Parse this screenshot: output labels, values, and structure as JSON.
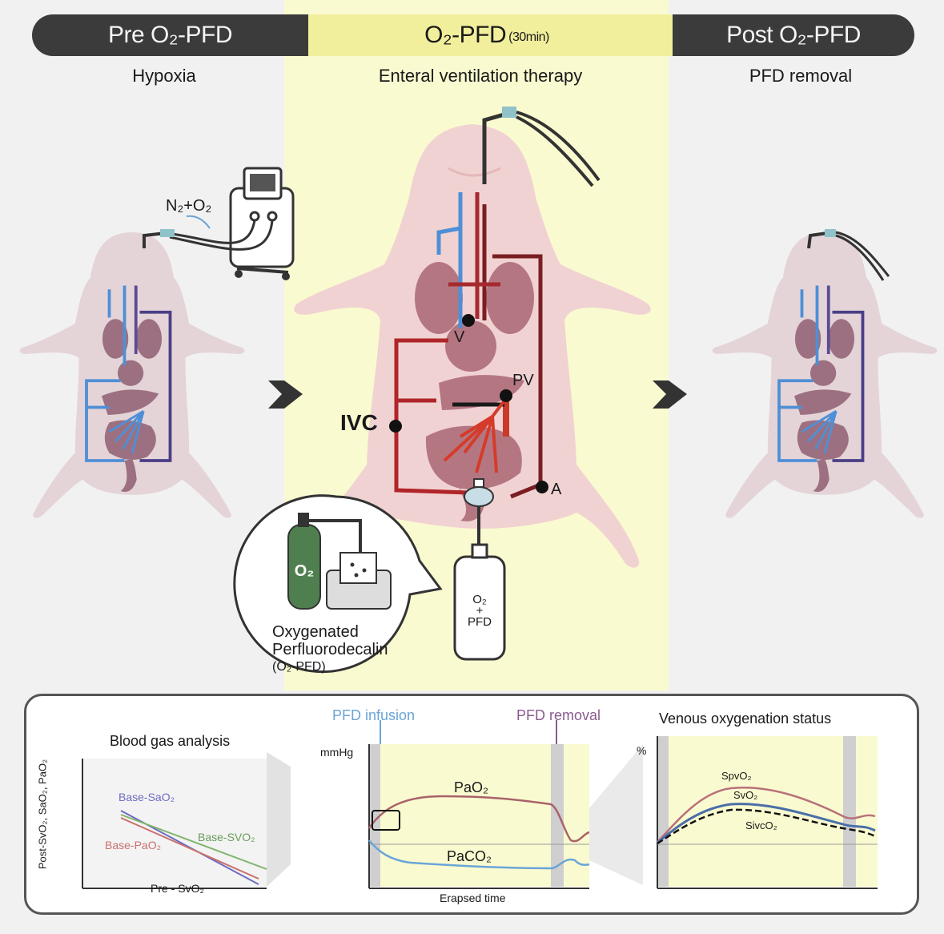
{
  "phases": {
    "pre": {
      "label": "Pre O₂-PFD",
      "subtitle": "Hypoxia"
    },
    "during": {
      "label": "O₂-PFD",
      "duration": "(30min)",
      "subtitle": "Enteral ventilation therapy"
    },
    "post": {
      "label": "Post O₂-PFD",
      "subtitle": "PFD removal"
    }
  },
  "left_diagram": {
    "gas_label": "N₂+O₂"
  },
  "center_diagram": {
    "points": {
      "v": "V",
      "pv": "PV",
      "ivc": "IVC",
      "a": "A"
    },
    "bag_label_1": "O₂",
    "bag_label_plus": "+",
    "bag_label_2": "PFD",
    "tank_label": "O₂",
    "callout_line1": "Oxygenated",
    "callout_line2": "Perfluorodecalin",
    "callout_line3": "(O₂-PFD)"
  },
  "bottom_panel": {
    "blood_gas": {
      "title": "Blood gas analysis",
      "ylabel": "Post-SvO₂, SaO₂, PaO₂",
      "xlabel": "Pre - SvO₂",
      "series": [
        "Base-SaO₂",
        "Base-SVO₂",
        "Base-PaO₂"
      ]
    },
    "time_plot": {
      "unit": "mmHg",
      "xlabel": "Erapsed time",
      "infusion_label": "PFD infusion",
      "removal_label": "PFD removal",
      "series": [
        "PaO₂",
        "PaCO₂"
      ]
    },
    "venous_plot": {
      "title": "Venous oxygenation status",
      "unit": "%",
      "series": [
        "SpvO₂",
        "SvO₂",
        "SivcO₂"
      ]
    }
  },
  "colors": {
    "arterial": "#8c1f24",
    "venous_blue": "#4f8fd6",
    "organ": "#a7707c",
    "body": "#e6ccd0",
    "highlight": "#fafad0"
  }
}
